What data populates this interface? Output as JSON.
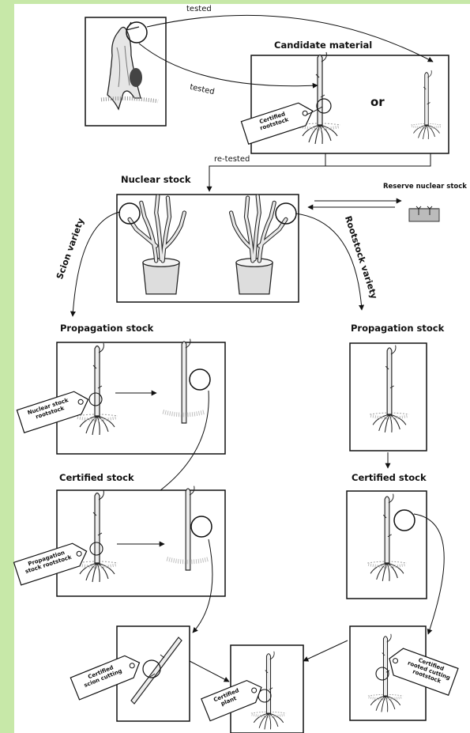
{
  "labels": {
    "tested_top": "tested",
    "tested_mid": "tested",
    "candidate_material": "Candidate material",
    "or": "or",
    "re_tested": "re-tested",
    "nuclear_stock": "Nuclear stock",
    "reserve_nuclear_stock": "Reserve nuclear stock",
    "scion_variety": "Scion variety",
    "rootstock_variety": "Rootstock variety",
    "propagation_stock_left": "Propagation stock",
    "propagation_stock_right": "Propagation stock",
    "certified_stock_left": "Certified stock",
    "certified_stock_right": "Certified stock"
  },
  "tags": {
    "certified_rootstock": [
      "Certified",
      "rootstock"
    ],
    "nuclear_stock_rootstock": [
      "Nuclear stock",
      "rootstock"
    ],
    "propagation_stock_rootstock": [
      "Propagation",
      "stock rootstock"
    ],
    "certified_scion_cutting": [
      "Certified",
      "scion cutting"
    ],
    "certified_plant": [
      "Certified",
      "plant"
    ],
    "certified_rooted_cutting_rootstock": [
      "Certified",
      "rooted cutting",
      "rootstock"
    ]
  },
  "colors": {
    "background_band": "#c7e8a8",
    "ink": "#111111"
  }
}
